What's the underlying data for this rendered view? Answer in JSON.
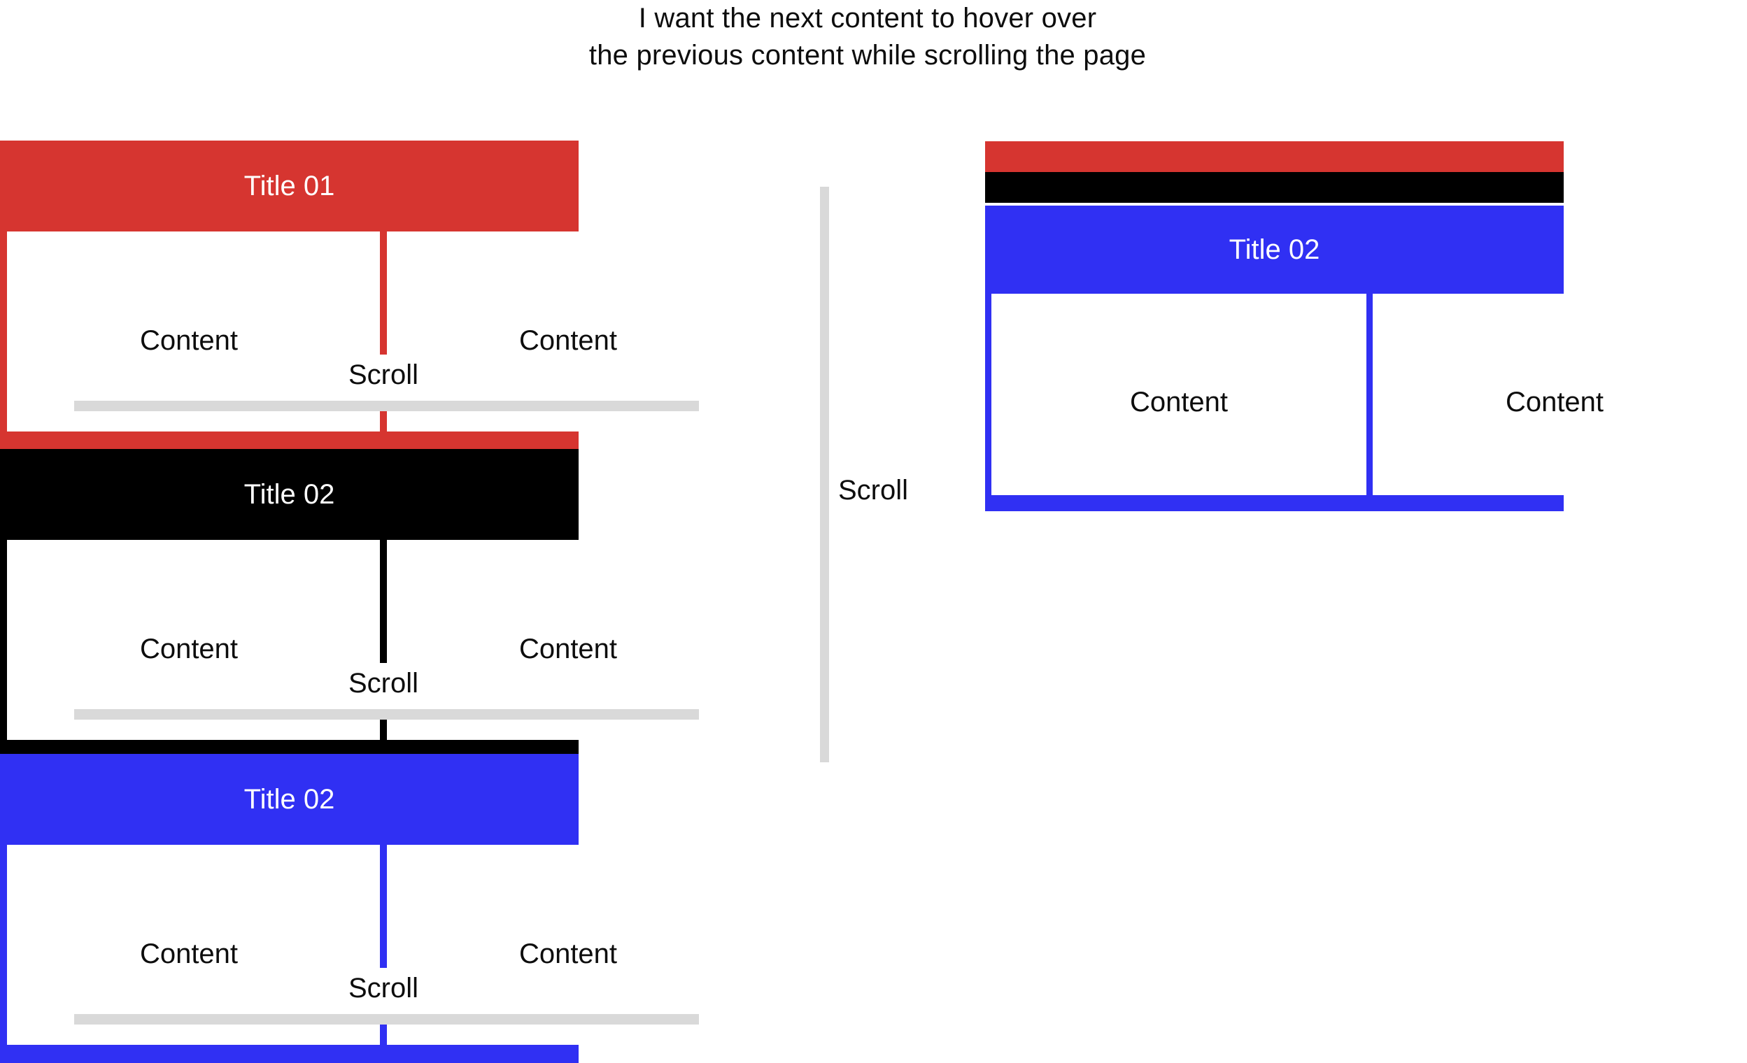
{
  "caption": {
    "line1": "I want the next content to hover over",
    "line2": "the previous content while scrolling the page"
  },
  "colors": {
    "red": "#d63530",
    "black": "#000000",
    "blue": "#3030f3",
    "scrollbar_gray": "#d9d9d9",
    "title_text": "#ffffff",
    "body_text": "#0d0d0d",
    "background": "#ffffff"
  },
  "left_cards": [
    {
      "title": "Title 01",
      "accent": "red",
      "content_left": "Content",
      "content_right": "Content",
      "scroll_label": "Scroll"
    },
    {
      "title": "Title 02",
      "accent": "black",
      "content_left": "Content",
      "content_right": "Content",
      "scroll_label": "Scroll"
    },
    {
      "title": "Title 02",
      "accent": "blue",
      "content_left": "Content",
      "content_right": "Content",
      "scroll_label": "Scroll"
    }
  ],
  "middle_scroll": {
    "label": "Scroll"
  },
  "result_card": {
    "stacked_strips": [
      "red",
      "black"
    ],
    "title": "Title 02",
    "content_left": "Content",
    "content_right": "Content"
  }
}
